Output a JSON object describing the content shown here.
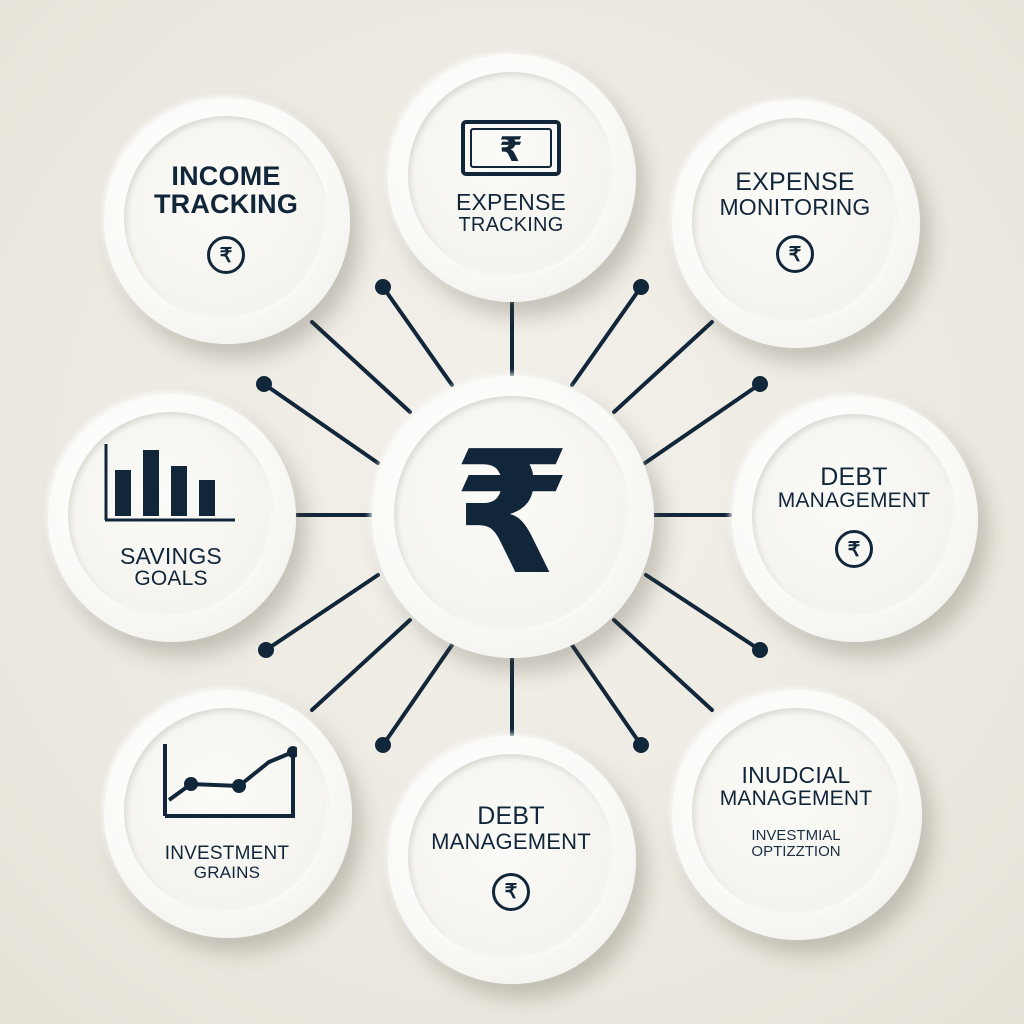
{
  "colors": {
    "ink": "#12263a",
    "background": "#ebe8df",
    "node": "#fafaf7"
  },
  "center": {
    "icon": "rupee-icon",
    "glyph": "₹"
  },
  "nodes": [
    {
      "id": "income-tracking",
      "line1": "INCOME",
      "line2": "TRACKING",
      "icon": "rupee-coin-icon",
      "glyph": "₹"
    },
    {
      "id": "expense-tracking",
      "line1": "EXPENSE",
      "line2": "TRACKING",
      "icon": "rupee-banknote-icon",
      "glyph": "₹"
    },
    {
      "id": "expense-monitoring",
      "line1": "EXPENSE",
      "line2": "MONITORING",
      "icon": "rupee-coin-icon",
      "glyph": "₹"
    },
    {
      "id": "savings-goals",
      "line1": "SAVINGS",
      "line2": "GOALS",
      "icon": "bar-chart-icon"
    },
    {
      "id": "debt-management-right",
      "line1": "DEBT",
      "line2": "MANAGEMENT",
      "icon": "rupee-coin-icon",
      "glyph": "₹"
    },
    {
      "id": "investment-grains",
      "line1": "INVESTMENT",
      "line2": "GRAINS",
      "icon": "line-chart-icon"
    },
    {
      "id": "debt-management-bottom",
      "line1": "DEBT",
      "line2": "MANAGEMENT",
      "icon": "rupee-coin-icon",
      "glyph": "₹"
    },
    {
      "id": "inudcial-management",
      "line1": "INUDCIAL",
      "line2": "MANAGEMENT",
      "sub1": "INVESTMIAL",
      "sub2": "OPTIZZTION"
    }
  ]
}
